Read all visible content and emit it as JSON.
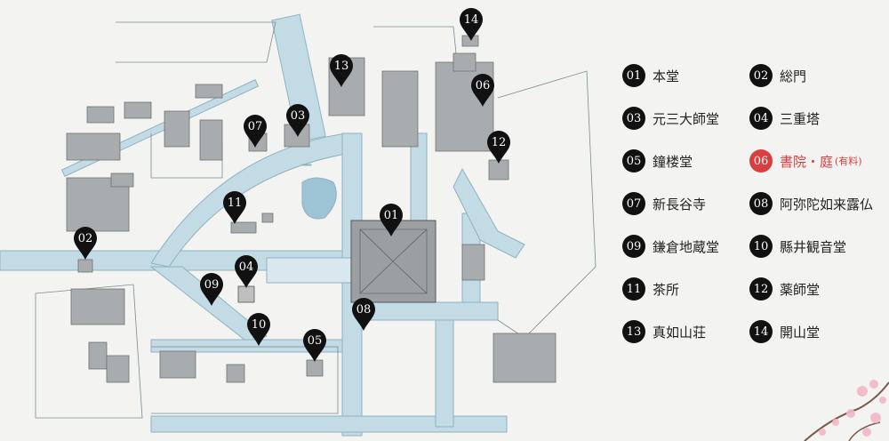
{
  "map": {
    "pins": [
      {
        "id": "01",
        "label": "01"
      },
      {
        "id": "02",
        "label": "02"
      },
      {
        "id": "03",
        "label": "03"
      },
      {
        "id": "04",
        "label": "04"
      },
      {
        "id": "05",
        "label": "05"
      },
      {
        "id": "06",
        "label": "06"
      },
      {
        "id": "07",
        "label": "07"
      },
      {
        "id": "08",
        "label": "08"
      },
      {
        "id": "09",
        "label": "09"
      },
      {
        "id": "10",
        "label": "10"
      },
      {
        "id": "11",
        "label": "11"
      },
      {
        "id": "12",
        "label": "12"
      },
      {
        "id": "13",
        "label": "13"
      },
      {
        "id": "14",
        "label": "14"
      }
    ]
  },
  "legend": {
    "items": [
      {
        "num": "01",
        "name": "本堂",
        "note": "",
        "active": false
      },
      {
        "num": "02",
        "name": "総門",
        "note": "",
        "active": false
      },
      {
        "num": "03",
        "name": "元三大師堂",
        "note": "",
        "active": false
      },
      {
        "num": "04",
        "name": "三重塔",
        "note": "",
        "active": false
      },
      {
        "num": "05",
        "name": "鐘楼堂",
        "note": "",
        "active": false
      },
      {
        "num": "06",
        "name": "書院・庭",
        "note": "(有料)",
        "active": true
      },
      {
        "num": "07",
        "name": "新長谷寺",
        "note": "",
        "active": false
      },
      {
        "num": "08",
        "name": "阿弥陀如来露仏",
        "note": "",
        "active": false
      },
      {
        "num": "09",
        "name": "鎌倉地蔵堂",
        "note": "",
        "active": false
      },
      {
        "num": "10",
        "name": "縣井観音堂",
        "note": "",
        "active": false
      },
      {
        "num": "11",
        "name": "茶所",
        "note": "",
        "active": false
      },
      {
        "num": "12",
        "name": "薬師堂",
        "note": "",
        "active": false
      },
      {
        "num": "13",
        "name": "真如山荘",
        "note": "",
        "active": false
      },
      {
        "num": "14",
        "name": "開山堂",
        "note": "",
        "active": false
      }
    ]
  },
  "colors": {
    "path": "#b7d3de",
    "pathEdge": "#8fb3c2",
    "building": "#a9acae",
    "buildingEdge": "#6e7274",
    "pin": "#111111",
    "accent": "#d8403f"
  }
}
